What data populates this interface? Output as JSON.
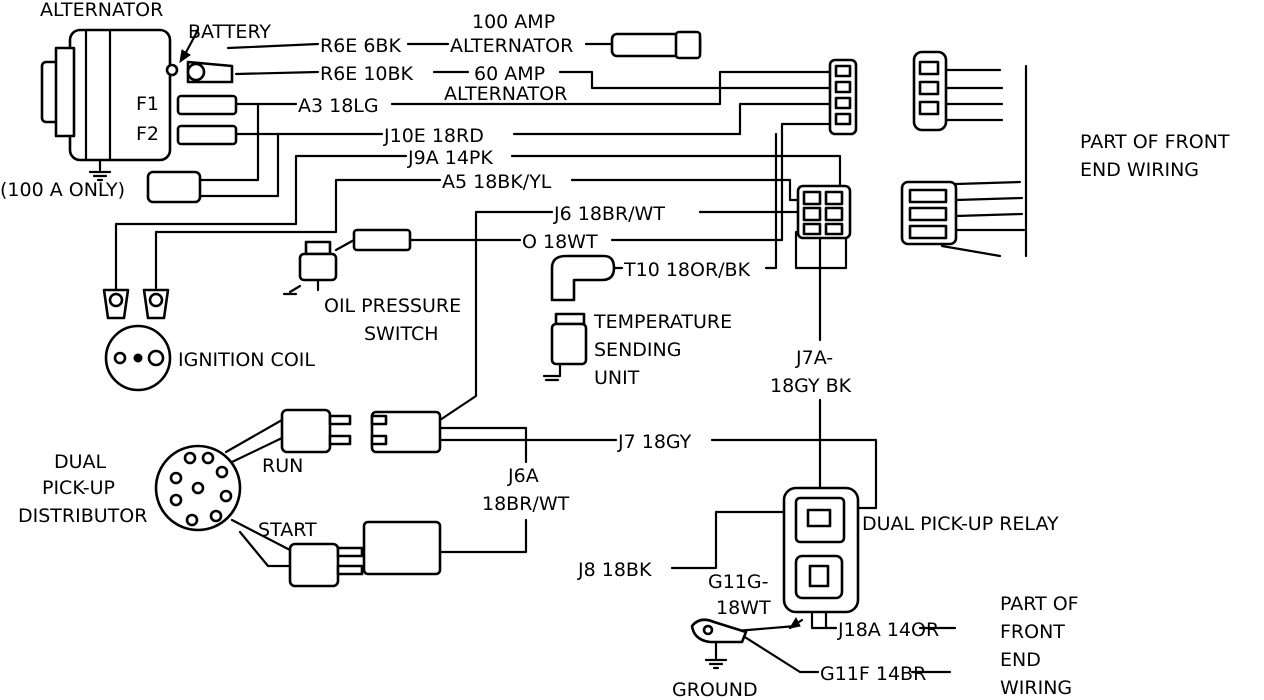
{
  "labels": {
    "alternator": "ALTERNATOR",
    "battery": "BATTERY",
    "f1": "F1",
    "f2": "F2",
    "alt_100_only": "(100 A ONLY)",
    "r6e_6bk": "R6E 6BK",
    "r6e_10bk": "R6E 10BK",
    "amp100_line1": "100 AMP",
    "amp100_line2": "ALTERNATOR",
    "amp60_line1": "60 AMP",
    "amp60_line2": "ALTERNATOR",
    "a3_18lg": "A3 18LG",
    "j10e_18rd": "J10E 18RD",
    "j9a_14pk": "J9A 14PK",
    "a5_18bkyl": "A5 18BK/YL",
    "j6_18brwt": "J6 18BR/WT",
    "o_18wt": "O 18WT",
    "t10_18orbk": "T10 18OR/BK",
    "front_end_line1": "PART OF FRONT",
    "front_end_line2": "END WIRING",
    "oil_line1": "OIL PRESSURE",
    "oil_line2": "SWITCH",
    "temp_line1": "TEMPERATURE",
    "temp_line2": "SENDING",
    "temp_line3": "UNIT",
    "ignition_coil": "IGNITION COIL",
    "j7a_line1": "J7A-",
    "j7a_line2": "18GY BK",
    "j7_18gy": "J7 18GY",
    "dual_line1": "DUAL",
    "dual_line2": "PICK-UP",
    "dual_line3": "DISTRIBUTOR",
    "run": "RUN",
    "start": "START",
    "j6a_line1": "J6A",
    "j6a_line2": "18BR/WT",
    "j8_18bk": "J8 18BK",
    "relay": "DUAL PICK-UP RELAY",
    "g11g_line1": "G11G-",
    "g11g_line2": "18WT",
    "j18a_14or": "J18A 14OR",
    "g11f_14br": "G11F 14BR",
    "ground": "GROUND",
    "part_line1": "PART OF",
    "part_line2": "FRONT",
    "part_line3": "END",
    "part_line4": "WIRING"
  }
}
